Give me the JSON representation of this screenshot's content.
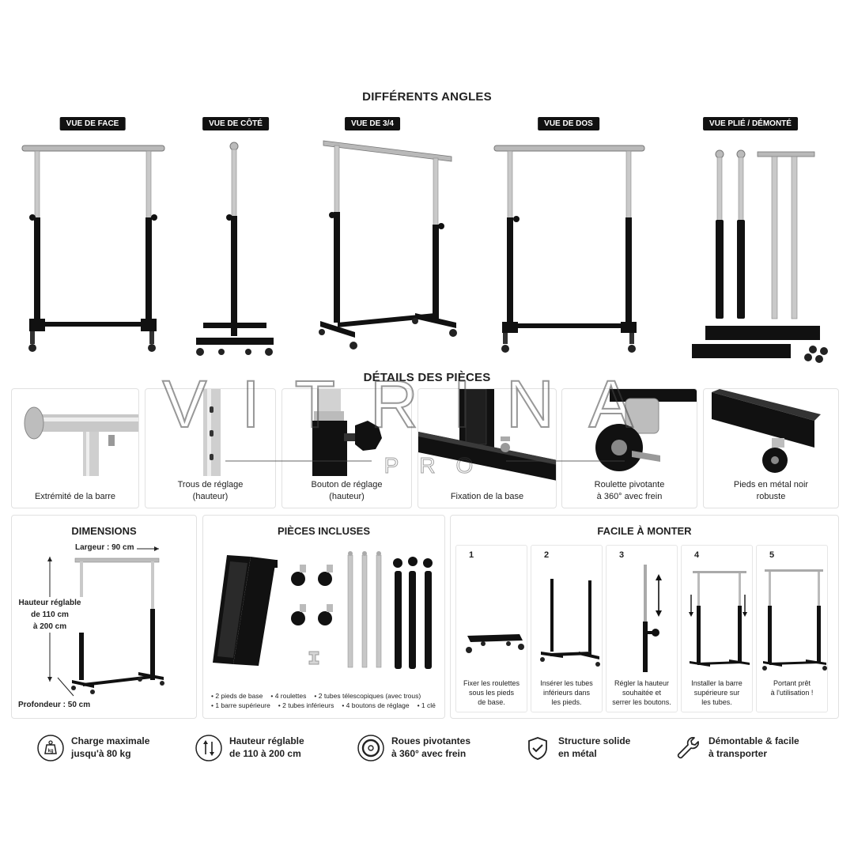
{
  "angles": {
    "title": "DIFFÉRENTS ANGLES",
    "views": [
      {
        "label": "VUE DE FACE"
      },
      {
        "label": "VUE DE CÔTÉ"
      },
      {
        "label": "VUE DE 3/4"
      },
      {
        "label": "VUE DE DOS"
      },
      {
        "label": "VUE PLIÉ / DÉMONTÉ"
      }
    ]
  },
  "details": {
    "title": "DÉTAILS DES PIÈCES",
    "items": [
      {
        "caption": "Extrémité de la barre"
      },
      {
        "caption_line1": "Trous de réglage",
        "caption_line2": "(hauteur)"
      },
      {
        "caption_line1": "Bouton de réglage",
        "caption_line2": "(hauteur)"
      },
      {
        "caption": "Fixation de la base"
      },
      {
        "caption_line1": "Roulette pivotante",
        "caption_line2": "à 360° avec frein"
      },
      {
        "caption_line1": "Pieds en métal noir",
        "caption_line2": "robuste"
      }
    ]
  },
  "dimensions": {
    "title": "DIMENSIONS",
    "width_label": "Largeur : 90 cm",
    "height_label_line1": "Hauteur réglable",
    "height_label_line2": "de 110 cm",
    "height_label_line3": "à 200 cm",
    "depth_label": "Profondeur : 50 cm"
  },
  "included": {
    "title": "PIÈCES INCLUSES",
    "line1": [
      "• 2 pieds de base",
      "• 4 roulettes",
      "• 2 tubes télescopiques (avec trous)"
    ],
    "line2": [
      "• 1 barre supérieure",
      "• 2 tubes inférieurs",
      "• 4 boutons de réglage",
      "• 1 clé"
    ]
  },
  "assembly": {
    "title": "FACILE À MONTER",
    "steps": [
      {
        "num": "1",
        "l1": "Fixer les roulettes",
        "l2": "sous les pieds",
        "l3": "de base."
      },
      {
        "num": "2",
        "l1": "Insérer les tubes",
        "l2": "inférieurs dans",
        "l3": "les pieds."
      },
      {
        "num": "3",
        "l1": "Régler la hauteur",
        "l2": "souhaitée et",
        "l3": "serrer les boutons."
      },
      {
        "num": "4",
        "l1": "Installer la barre",
        "l2": "supérieure sur",
        "l3": "les tubes."
      },
      {
        "num": "5",
        "l1": "Portant prêt",
        "l2": "à l'utilisation !",
        "l3": ""
      }
    ]
  },
  "features": [
    {
      "icon": "weight-icon",
      "l1": "Charge maximale",
      "l2": "jusqu'à 80 kg"
    },
    {
      "icon": "height-arrows-icon",
      "l1": "Hauteur réglable",
      "l2": "de 110 à 200 cm"
    },
    {
      "icon": "wheel-icon",
      "l1": "Roues pivotantes",
      "l2": "à 360° avec frein"
    },
    {
      "icon": "shield-check-icon",
      "l1": "Structure solide",
      "l2": "en métal"
    },
    {
      "icon": "wrench-icon",
      "l1": "Démontable & facile",
      "l2": "à transporter"
    }
  ],
  "watermark": {
    "brand": "VITRINA",
    "sub": "PRO"
  }
}
